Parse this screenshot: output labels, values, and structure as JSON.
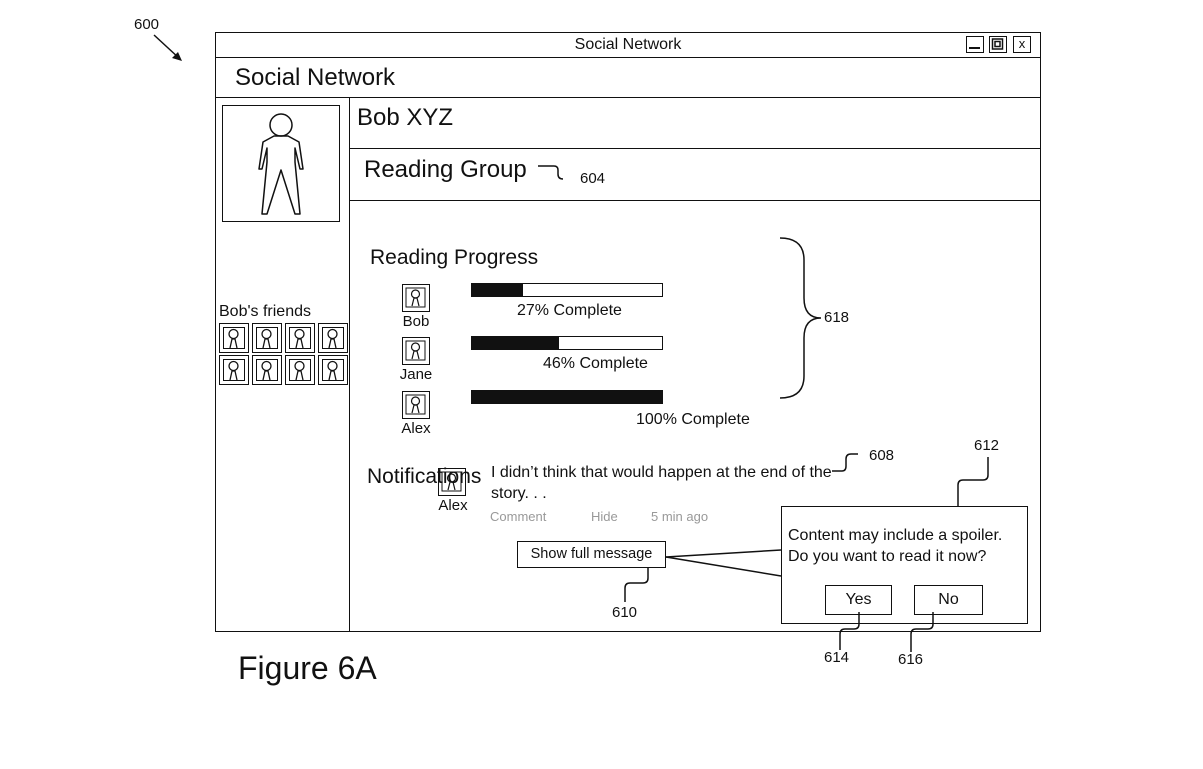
{
  "refs": {
    "r600": "600",
    "r604": "604",
    "r608": "608",
    "r610": "610",
    "r612": "612",
    "r614": "614",
    "r616": "616",
    "r618": "618"
  },
  "window": {
    "title": "Social Network",
    "controls": {
      "minimize_icon": "minimize-icon",
      "maximize_icon": "maximize-icon",
      "close_label": "x"
    }
  },
  "app": {
    "title": "Social Network"
  },
  "profile": {
    "name": "Bob XYZ",
    "group": "Reading Group"
  },
  "sidebar": {
    "friends_label": "Bob's friends",
    "friend_count": 8
  },
  "progress": {
    "heading": "Reading Progress",
    "users": [
      {
        "name": "Bob",
        "percent": 27,
        "label": "27% Complete"
      },
      {
        "name": "Jane",
        "percent": 46,
        "label": "46% Complete"
      },
      {
        "name": "Alex",
        "percent": 100,
        "label": "100% Complete"
      }
    ]
  },
  "notifications": {
    "heading": "Notifications",
    "item": {
      "user": "Alex",
      "message": "I didn’t think that would happen at the end of the story. . .",
      "comment_label": "Comment",
      "hide_label": "Hide",
      "time": "5 min ago",
      "show_full_label": "Show full message"
    }
  },
  "spoiler_dialog": {
    "line1": "Content may include a spoiler.",
    "line2": "Do you want to read it now?",
    "yes_label": "Yes",
    "no_label": "No"
  },
  "caption": "Figure 6A"
}
